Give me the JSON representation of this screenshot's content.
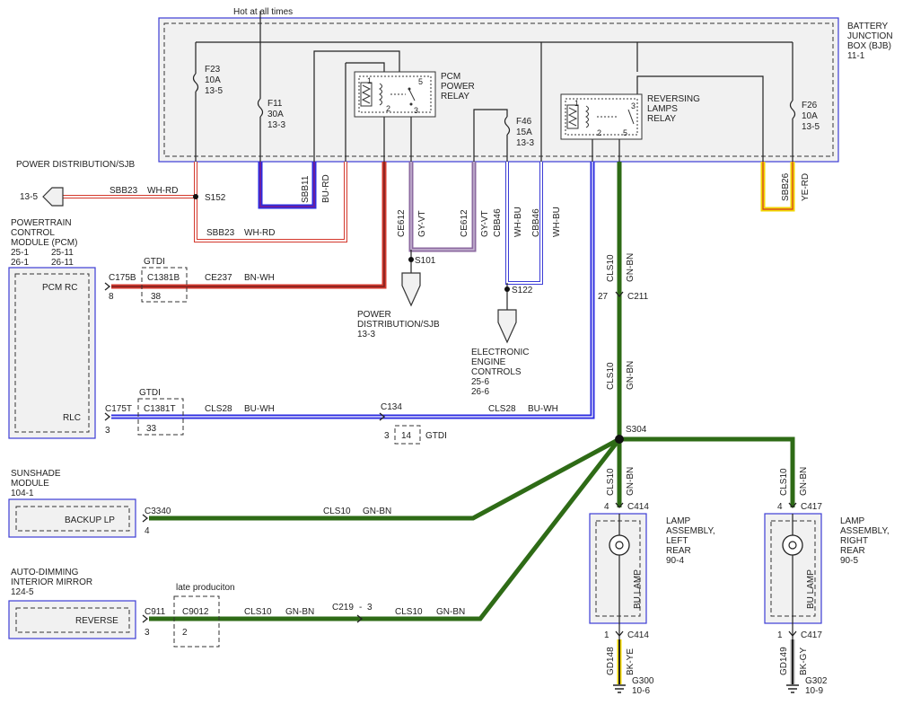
{
  "bjb": {
    "title": [
      "BATTERY",
      "JUNCTION",
      "BOX (BJB)"
    ],
    "page": "11-1",
    "hot_label": "Hot at all times"
  },
  "fuses": {
    "f23": [
      "F23",
      "10A",
      "13-5"
    ],
    "f11": [
      "F11",
      "30A",
      "13-3"
    ],
    "f46": [
      "F46",
      "15A",
      "13-3"
    ],
    "f26": [
      "F26",
      "10A",
      "13-5"
    ]
  },
  "relays": {
    "pcm": {
      "name": [
        "PCM",
        "POWER",
        "RELAY"
      ],
      "pins": [
        "1",
        "2",
        "5",
        "3"
      ]
    },
    "reversing": {
      "name": [
        "REVERSING",
        "LAMPS",
        "RELAY"
      ],
      "pins": [
        "1",
        "2",
        "5",
        "3"
      ]
    }
  },
  "power_dist_top": {
    "name": "POWER DISTRIBUTION/SJB",
    "page": "13-5"
  },
  "wires": {
    "sbb23_a": [
      "SBB23",
      "WH-RD"
    ],
    "sbb23_b": [
      "SBB23",
      "WH-RD"
    ],
    "sbb11": [
      "SBB11",
      "BU-RD"
    ],
    "ce612_a": [
      "CE612",
      "GY-VT"
    ],
    "ce612_b": [
      "CE612",
      "GY-VT"
    ],
    "cbb46_a": [
      "CBB46",
      "WH-BU"
    ],
    "cbb46_b": [
      "CBB46",
      "WH-BU"
    ],
    "sbb26": [
      "SBB26",
      "YE-RD"
    ],
    "ce237": [
      "CE237",
      "BN-WH"
    ],
    "cls28_a": [
      "CLS28",
      "BU-WH"
    ],
    "cls28_b": [
      "CLS28",
      "BU-WH"
    ],
    "cls10_a": [
      "CLS10",
      "GN-BN"
    ],
    "cls10_b": [
      "CLS10",
      "GN-BN"
    ],
    "cls10_c": [
      "CLS10",
      "GN-BN"
    ],
    "cls10_d": [
      "CLS10",
      "GN-BN"
    ],
    "cls10_e": [
      "CLS10",
      "GN-BN"
    ],
    "cls10_f": [
      "CLS10",
      "GN-BN"
    ],
    "cls10_g": [
      "CLS10",
      "GN-BN"
    ],
    "gd148": [
      "GD148",
      "BK-YE"
    ],
    "gd149": [
      "GD149",
      "BK-GY"
    ]
  },
  "splices": {
    "s152": "S152",
    "s101": "S101",
    "s122": "S122",
    "s304": "S304"
  },
  "pcm_module": {
    "name": [
      "POWERTRAIN",
      "CONTROL",
      "MODULE (PCM)"
    ],
    "pages": [
      "25-1",
      "25-11",
      "26-1",
      "26-11"
    ],
    "pin_rc": "PCM RC",
    "pin_rlc": "RLC"
  },
  "connectors": {
    "c175b": "C175B",
    "c175b_pin": "8",
    "gtdi1": "GTDI",
    "c1381b_1": "C1381B",
    "c1381b_1_pin": "38",
    "c175t": "C175T",
    "c175t_pin": "3",
    "gtdi2": "GTDI",
    "c1381t": "C1381T",
    "c1381t_pin": "33",
    "c134": "C134",
    "c134_pin": "3",
    "c134_pin2": "14",
    "gtdi3": "GTDI",
    "c211": "C211",
    "c211_pin": "27",
    "c3340": "C3340",
    "c3340_pin": "4",
    "c911": "C911",
    "c911_pin": "3",
    "late": "late produciton",
    "c9012": "C9012",
    "c9012_pin": "2",
    "c219": "C219",
    "c219_pin": "3",
    "c414_top": "C414",
    "c414_top_pin": "4",
    "c414_bot": "C414",
    "c414_bot_pin": "1",
    "c417_top": "C417",
    "c417_top_pin": "4",
    "c417_bot": "C417",
    "c417_bot_pin": "1"
  },
  "power_dist_bottom": {
    "name": [
      "POWER",
      "DISTRIBUTION/SJB"
    ],
    "page": "13-3"
  },
  "eec": {
    "name": [
      "ELECTRONIC",
      "ENGINE",
      "CONTROLS"
    ],
    "pages": [
      "25-6",
      "26-6"
    ]
  },
  "sunshade": {
    "name": [
      "SUNSHADE",
      "MODULE"
    ],
    "page": "104-1",
    "pin": "BACKUP LP"
  },
  "mirror": {
    "name": [
      "AUTO-DIMMING",
      "INTERIOR MIRROR"
    ],
    "page": "124-5",
    "pin": "REVERSE"
  },
  "lamp_left": {
    "name": [
      "LAMP",
      "ASSEMBLY,",
      "LEFT",
      "REAR"
    ],
    "page": "90-4",
    "lamp": "BU LAMP"
  },
  "lamp_right": {
    "name": [
      "LAMP",
      "ASSEMBLY,",
      "RIGHT",
      "REAR"
    ],
    "page": "90-5",
    "lamp": "BU LAMP"
  },
  "grounds": {
    "g300": [
      "G300",
      "10-6"
    ],
    "g302": [
      "G302",
      "10-9"
    ]
  },
  "colors": {
    "red": "#d4382c",
    "blue": "#2c2ce0",
    "purple": "#6a1fa0",
    "gray_violet": "#8c6aa0",
    "green": "#2e6b16",
    "yellow": "#f2d600",
    "white_wire": "#e8e8e8"
  }
}
